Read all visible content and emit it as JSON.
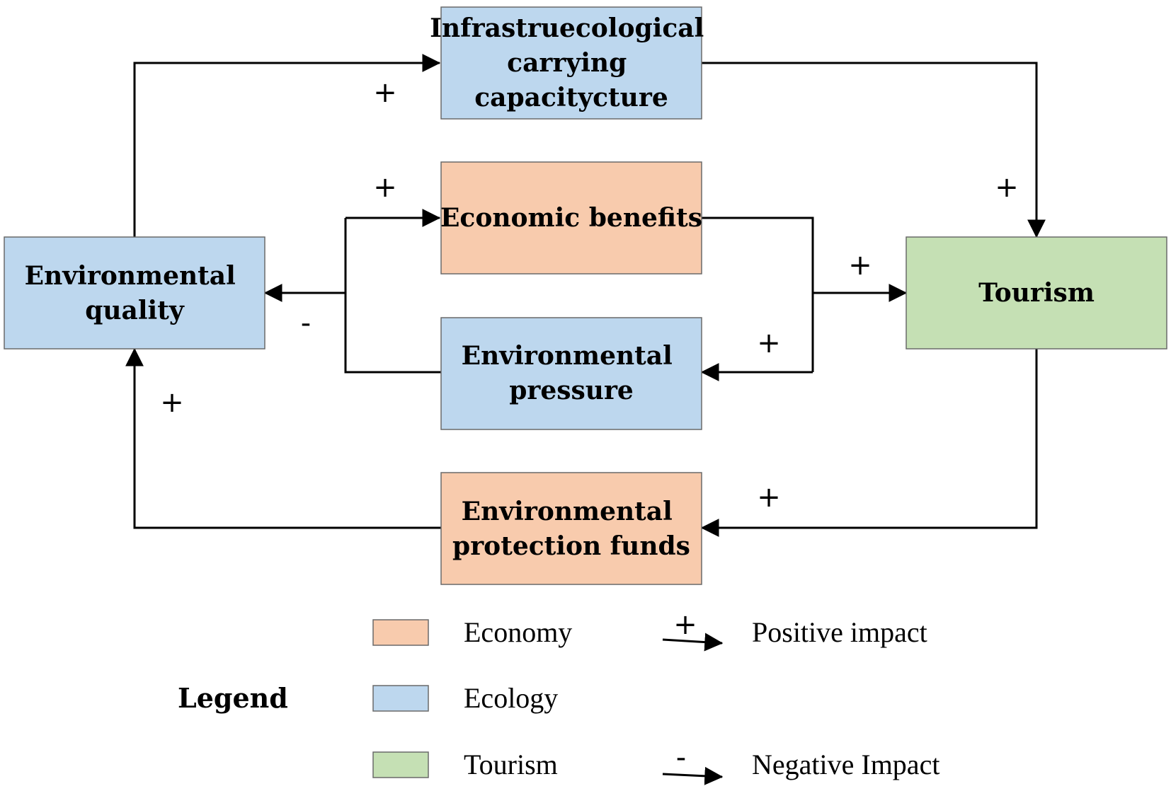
{
  "colors": {
    "economy": "#f8cbad",
    "ecology": "#bdd7ee",
    "tourism": "#c5e0b4"
  },
  "nodes": {
    "infrastructure": {
      "lines": [
        "Infrastruecological",
        "carrying",
        "capacitycture"
      ],
      "category": "ecology"
    },
    "economic": {
      "lines": [
        "Economic benefits"
      ],
      "category": "economy"
    },
    "env_pressure": {
      "lines": [
        "Environmental",
        "pressure"
      ],
      "category": "ecology"
    },
    "env_funds": {
      "lines": [
        "Environmental",
        "protection funds"
      ],
      "category": "economy"
    },
    "env_quality": {
      "lines": [
        "Environmental",
        "quality"
      ],
      "category": "ecology"
    },
    "tourism": {
      "lines": [
        "Tourism"
      ],
      "category": "tourism"
    }
  },
  "signs": {
    "quality_to_infra": "+",
    "infra_to_tourism": "+",
    "branch_to_economic": "+",
    "economic_to_tourism": "+",
    "tourism_to_pressure": "+",
    "branch_to_quality": "-",
    "funds_to_quality": "+",
    "tourism_to_funds": "+"
  },
  "legend": {
    "title": "Legend",
    "categories": [
      {
        "key": "economy",
        "label": "Economy"
      },
      {
        "key": "ecology",
        "label": "Ecology"
      },
      {
        "key": "tourism",
        "label": "Tourism"
      }
    ],
    "impacts": [
      {
        "sign": "+",
        "label": "Positive impact"
      },
      {
        "sign": "-",
        "label": "Negative Impact"
      }
    ]
  }
}
